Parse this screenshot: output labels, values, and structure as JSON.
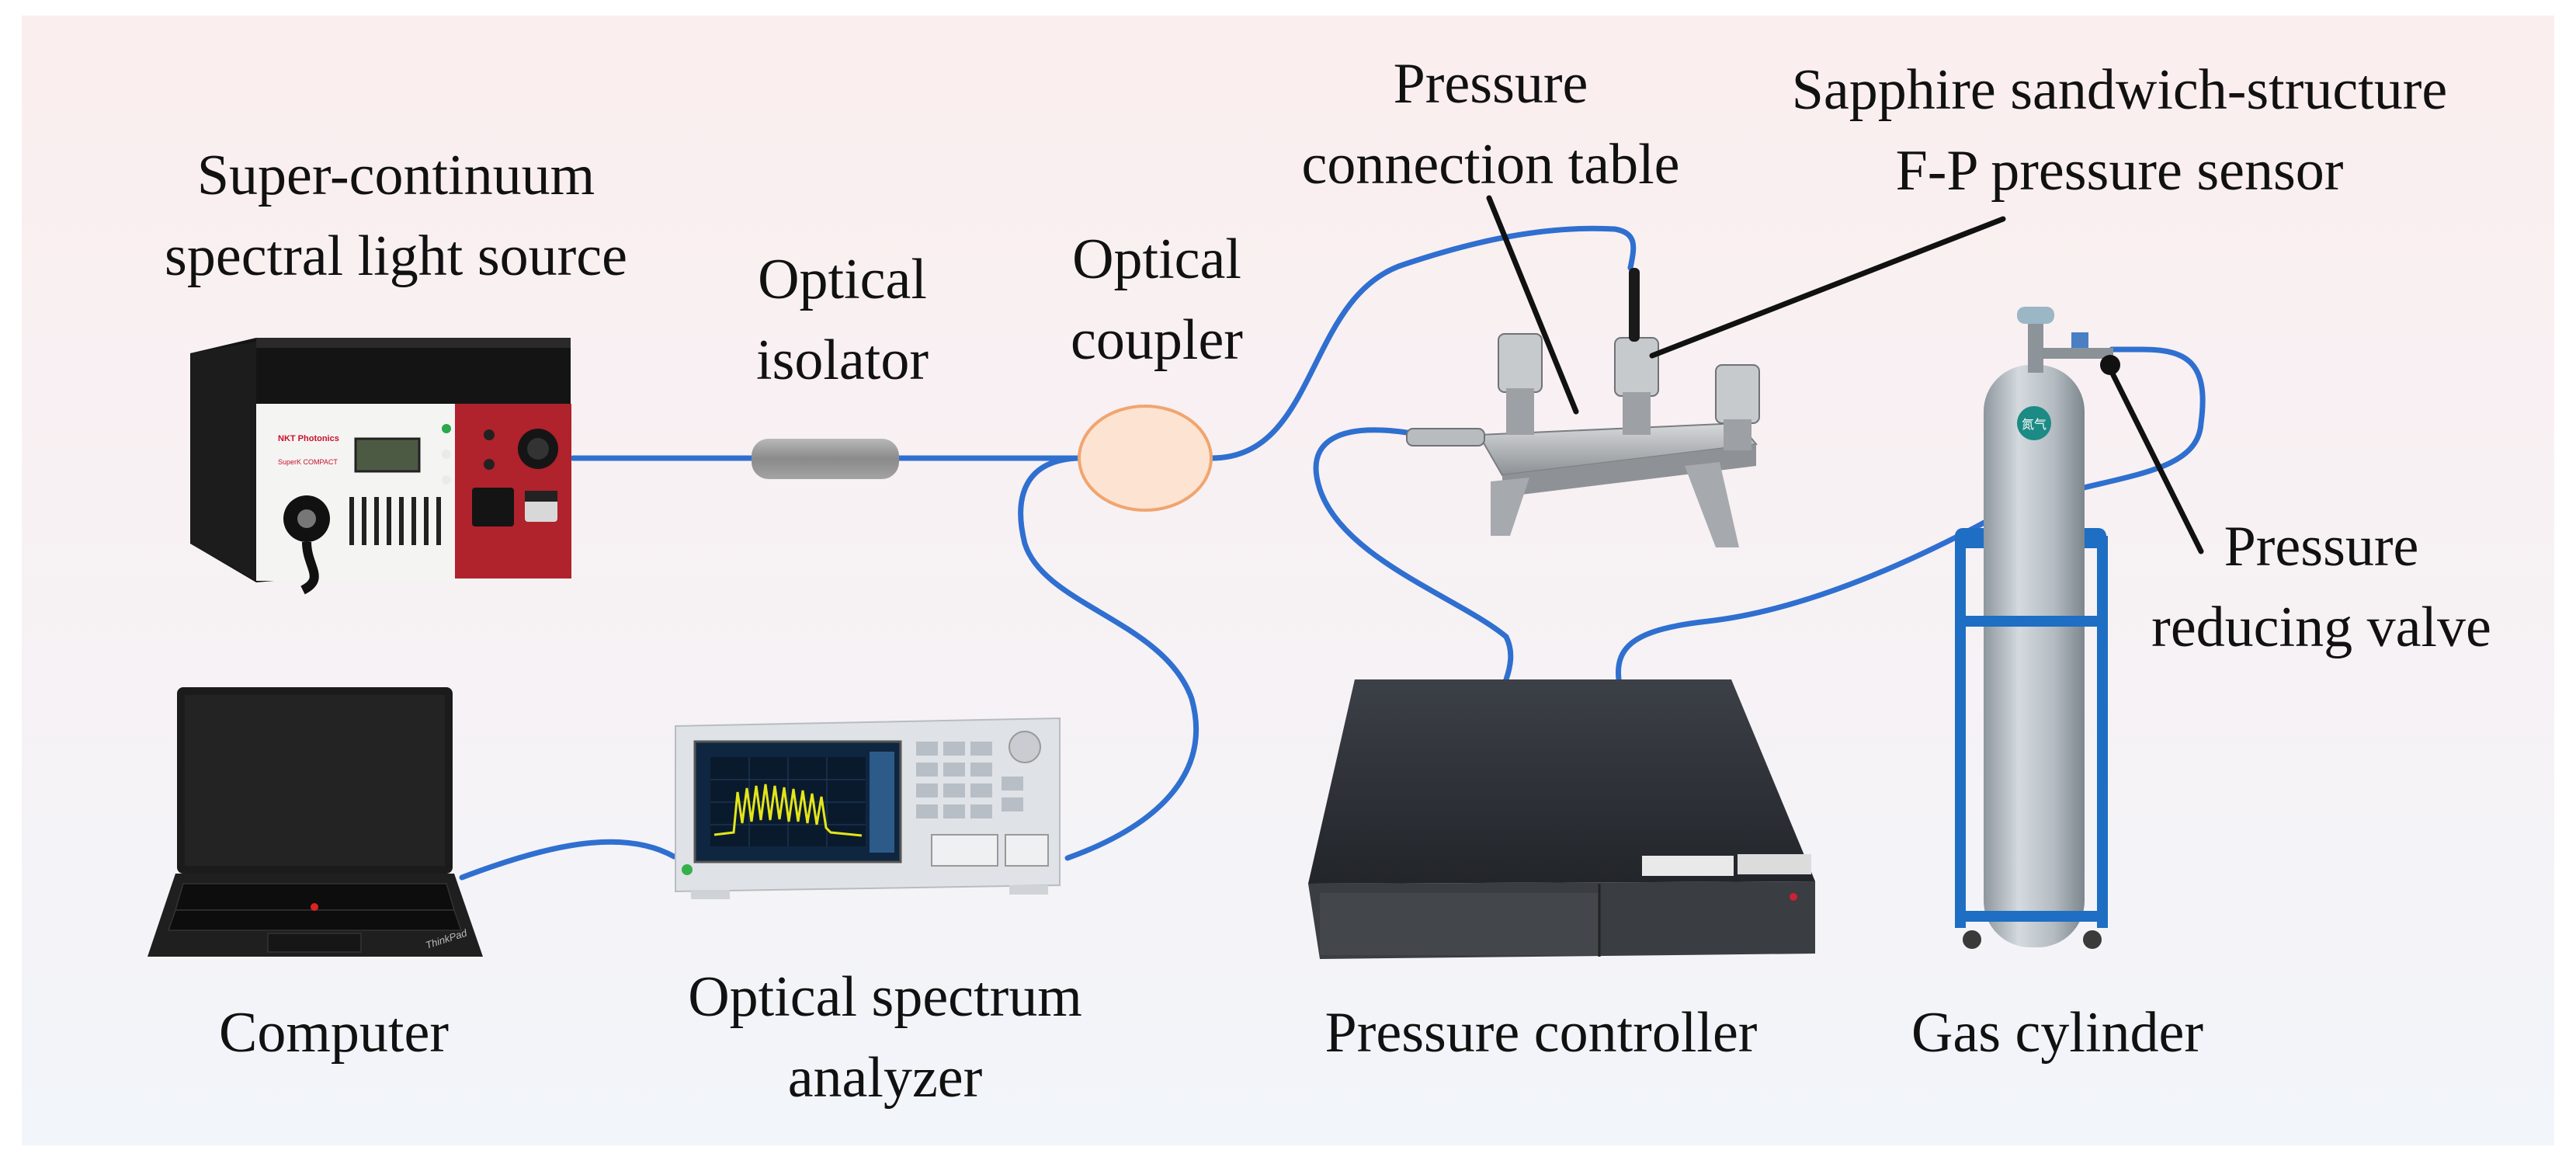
{
  "labels": {
    "light_source": [
      "Super-continuum",
      "spectral light source"
    ],
    "isolator": [
      "Optical",
      "isolator"
    ],
    "coupler": [
      "Optical",
      "coupler"
    ],
    "connection_table": [
      "Pressure",
      "connection table"
    ],
    "sensor": [
      "Sapphire sandwich-structure",
      "F-P pressure sensor"
    ],
    "reducing_valve": [
      "Pressure",
      "reducing valve"
    ],
    "computer": "Computer",
    "osa": [
      "Optical spectrum",
      "analyzer"
    ],
    "pressure_controller": "Pressure controller",
    "gas_cylinder": "Gas cylinder"
  },
  "device_text": {
    "light_source_brand": "NKT Photonics",
    "light_source_model": "SuperK COMPACT",
    "laptop_brand": "ThinkPad",
    "cylinder_tag": "氮气"
  },
  "colors": {
    "fiber": "#2f6fd0",
    "background_top": "#fbeeee",
    "background_bottom": "#f2f5fa",
    "coupler_fill": "#fde3d2",
    "coupler_stroke": "#f0a56f",
    "cylinder_frame": "#1e6ec4",
    "light_source_panel": "#b0222c"
  }
}
